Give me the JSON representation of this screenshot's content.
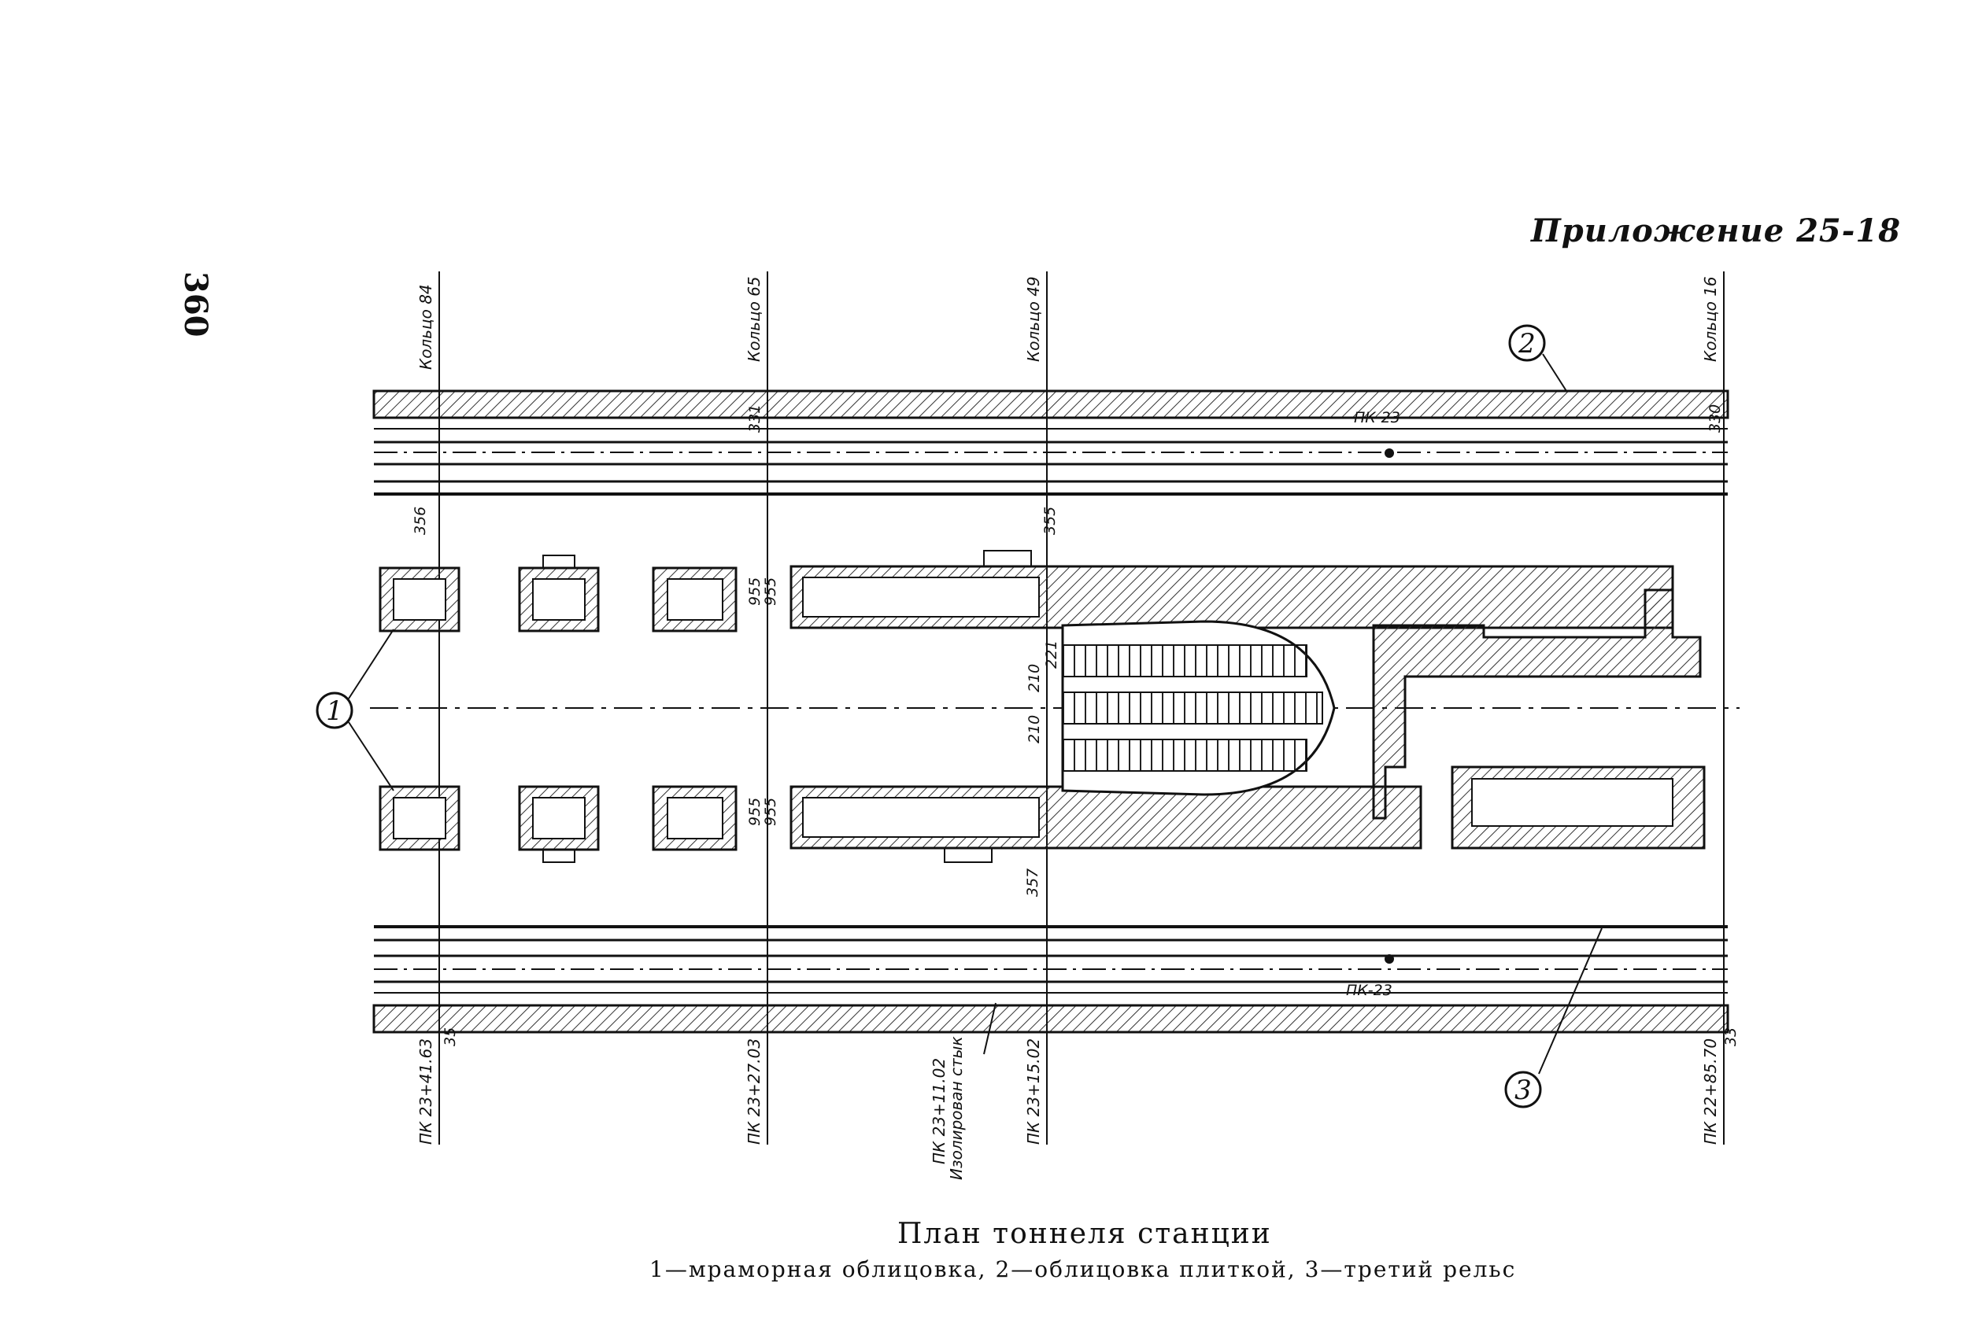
{
  "page": {
    "number": "360",
    "appendix": "Приложение 25-18"
  },
  "rings": [
    {
      "label": "Кольцо 84"
    },
    {
      "label": "Кольцо 65"
    },
    {
      "label": "Кольцо 49"
    },
    {
      "label": "Кольцо 16"
    }
  ],
  "pickets": [
    {
      "label": "ПК 23+41.63"
    },
    {
      "label": "ПК 23+27.03"
    },
    {
      "label": "ПК 23+15.02"
    },
    {
      "label": "ПК 22+85.70"
    }
  ],
  "joint": {
    "line1": "ПК 23+11.02",
    "line2": "Изолирован стык"
  },
  "track_labels": {
    "top": "ПК-23",
    "bottom": "ПК-23"
  },
  "dimensions": {
    "d955a": "955",
    "d955b": "955",
    "d955c": "955",
    "d955d": "955",
    "d357": "357",
    "d355": "355",
    "d356": "356",
    "d330": "330",
    "d331": "331",
    "d210a": "210",
    "d210b": "210",
    "d221": "221",
    "d35": "35",
    "d33": "33"
  },
  "callouts": [
    {
      "num": "1"
    },
    {
      "num": "2"
    },
    {
      "num": "3"
    }
  ],
  "caption": {
    "title": "План тоннеля станции",
    "legend": "1—мраморная облицовка, 2—облицовка плиткой, 3—третий рельс"
  }
}
